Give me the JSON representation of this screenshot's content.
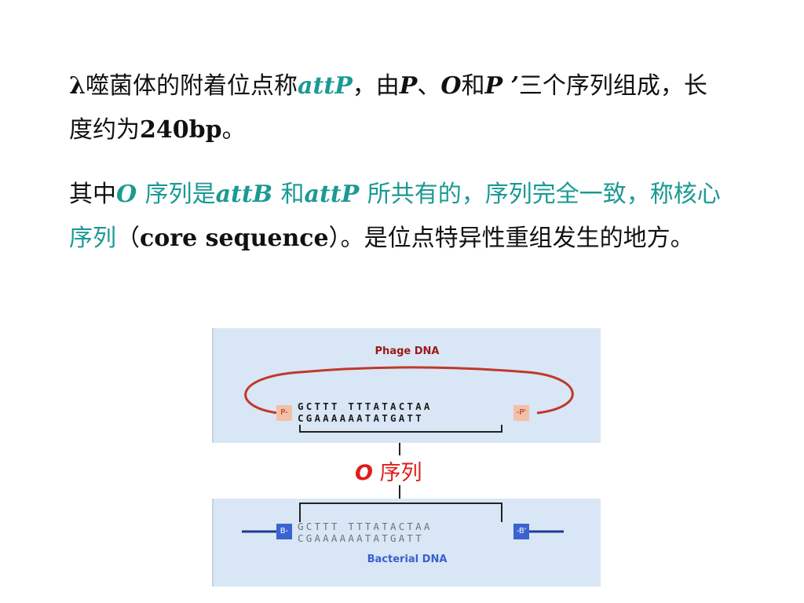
{
  "slide": {
    "para1": {
      "lambda": "λ",
      "t1": "噬菌体的附着位点称",
      "attP": "attP",
      "t2": "，由",
      "P": "P",
      "t3": "、",
      "O": "O",
      "t4": "和",
      "P2": "P ’",
      "t5": "三个序列组成，长度约为",
      "len": "240bp",
      "t6": "。"
    },
    "para2": {
      "t1": "其中",
      "O": "O ",
      "t2": "序列是",
      "attB": "attB ",
      "t3": "和",
      "attP": "attP ",
      "t4": "所共有的，序列完全一致，称核心序列",
      "paren_open": "（",
      "core": "core sequence",
      "paren_close": "）",
      "t5": "。是位点特异性重组发生的地方。"
    }
  },
  "diagram": {
    "phage_title": "Phage DNA",
    "phage_top_seq": "GCTTT TTTATACTAA",
    "phage_bottom_seq": "CGAAAAAATATGATT",
    "phage_left_box": "P-",
    "phage_right_box": "-P'",
    "o_label_letter": "O",
    "o_label_text": " 序列",
    "bact_title": "Bacterial DNA",
    "bact_top_seq": "GCTTT TTTATACTAA",
    "bact_bottom_seq": "CGAAAAAATATGATT",
    "bact_left_box": "B-",
    "bact_right_box": "-B'",
    "colors": {
      "panel_bg": "#d9e6f5",
      "loop": "#c0392b",
      "bacterial_line": "#1d3b8f",
      "label_red": "#e21b1b",
      "teal_text": "#1a9a93"
    }
  }
}
